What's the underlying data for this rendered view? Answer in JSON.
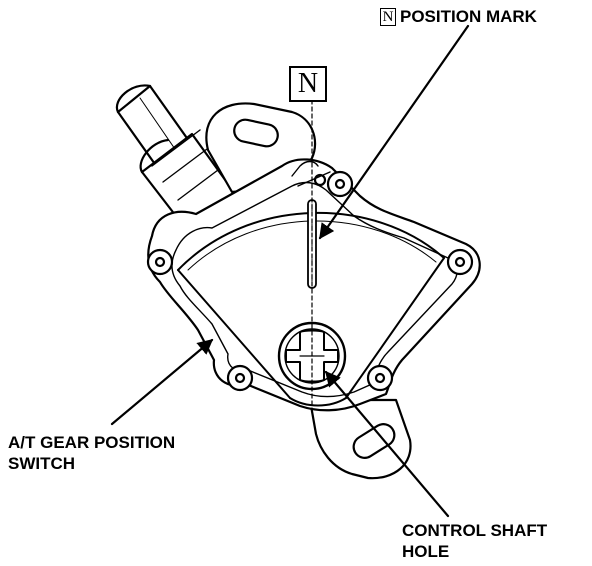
{
  "labels": {
    "position_mark_symbol": "N",
    "position_mark": "POSITION MARK",
    "n_callout": "N",
    "switch_line1": "A/T GEAR POSITION",
    "switch_line2": "SWITCH",
    "shaft_line1": "CONTROL SHAFT",
    "shaft_line2": "HOLE"
  },
  "colors": {
    "ink": "#000000",
    "paper": "#ffffff"
  }
}
